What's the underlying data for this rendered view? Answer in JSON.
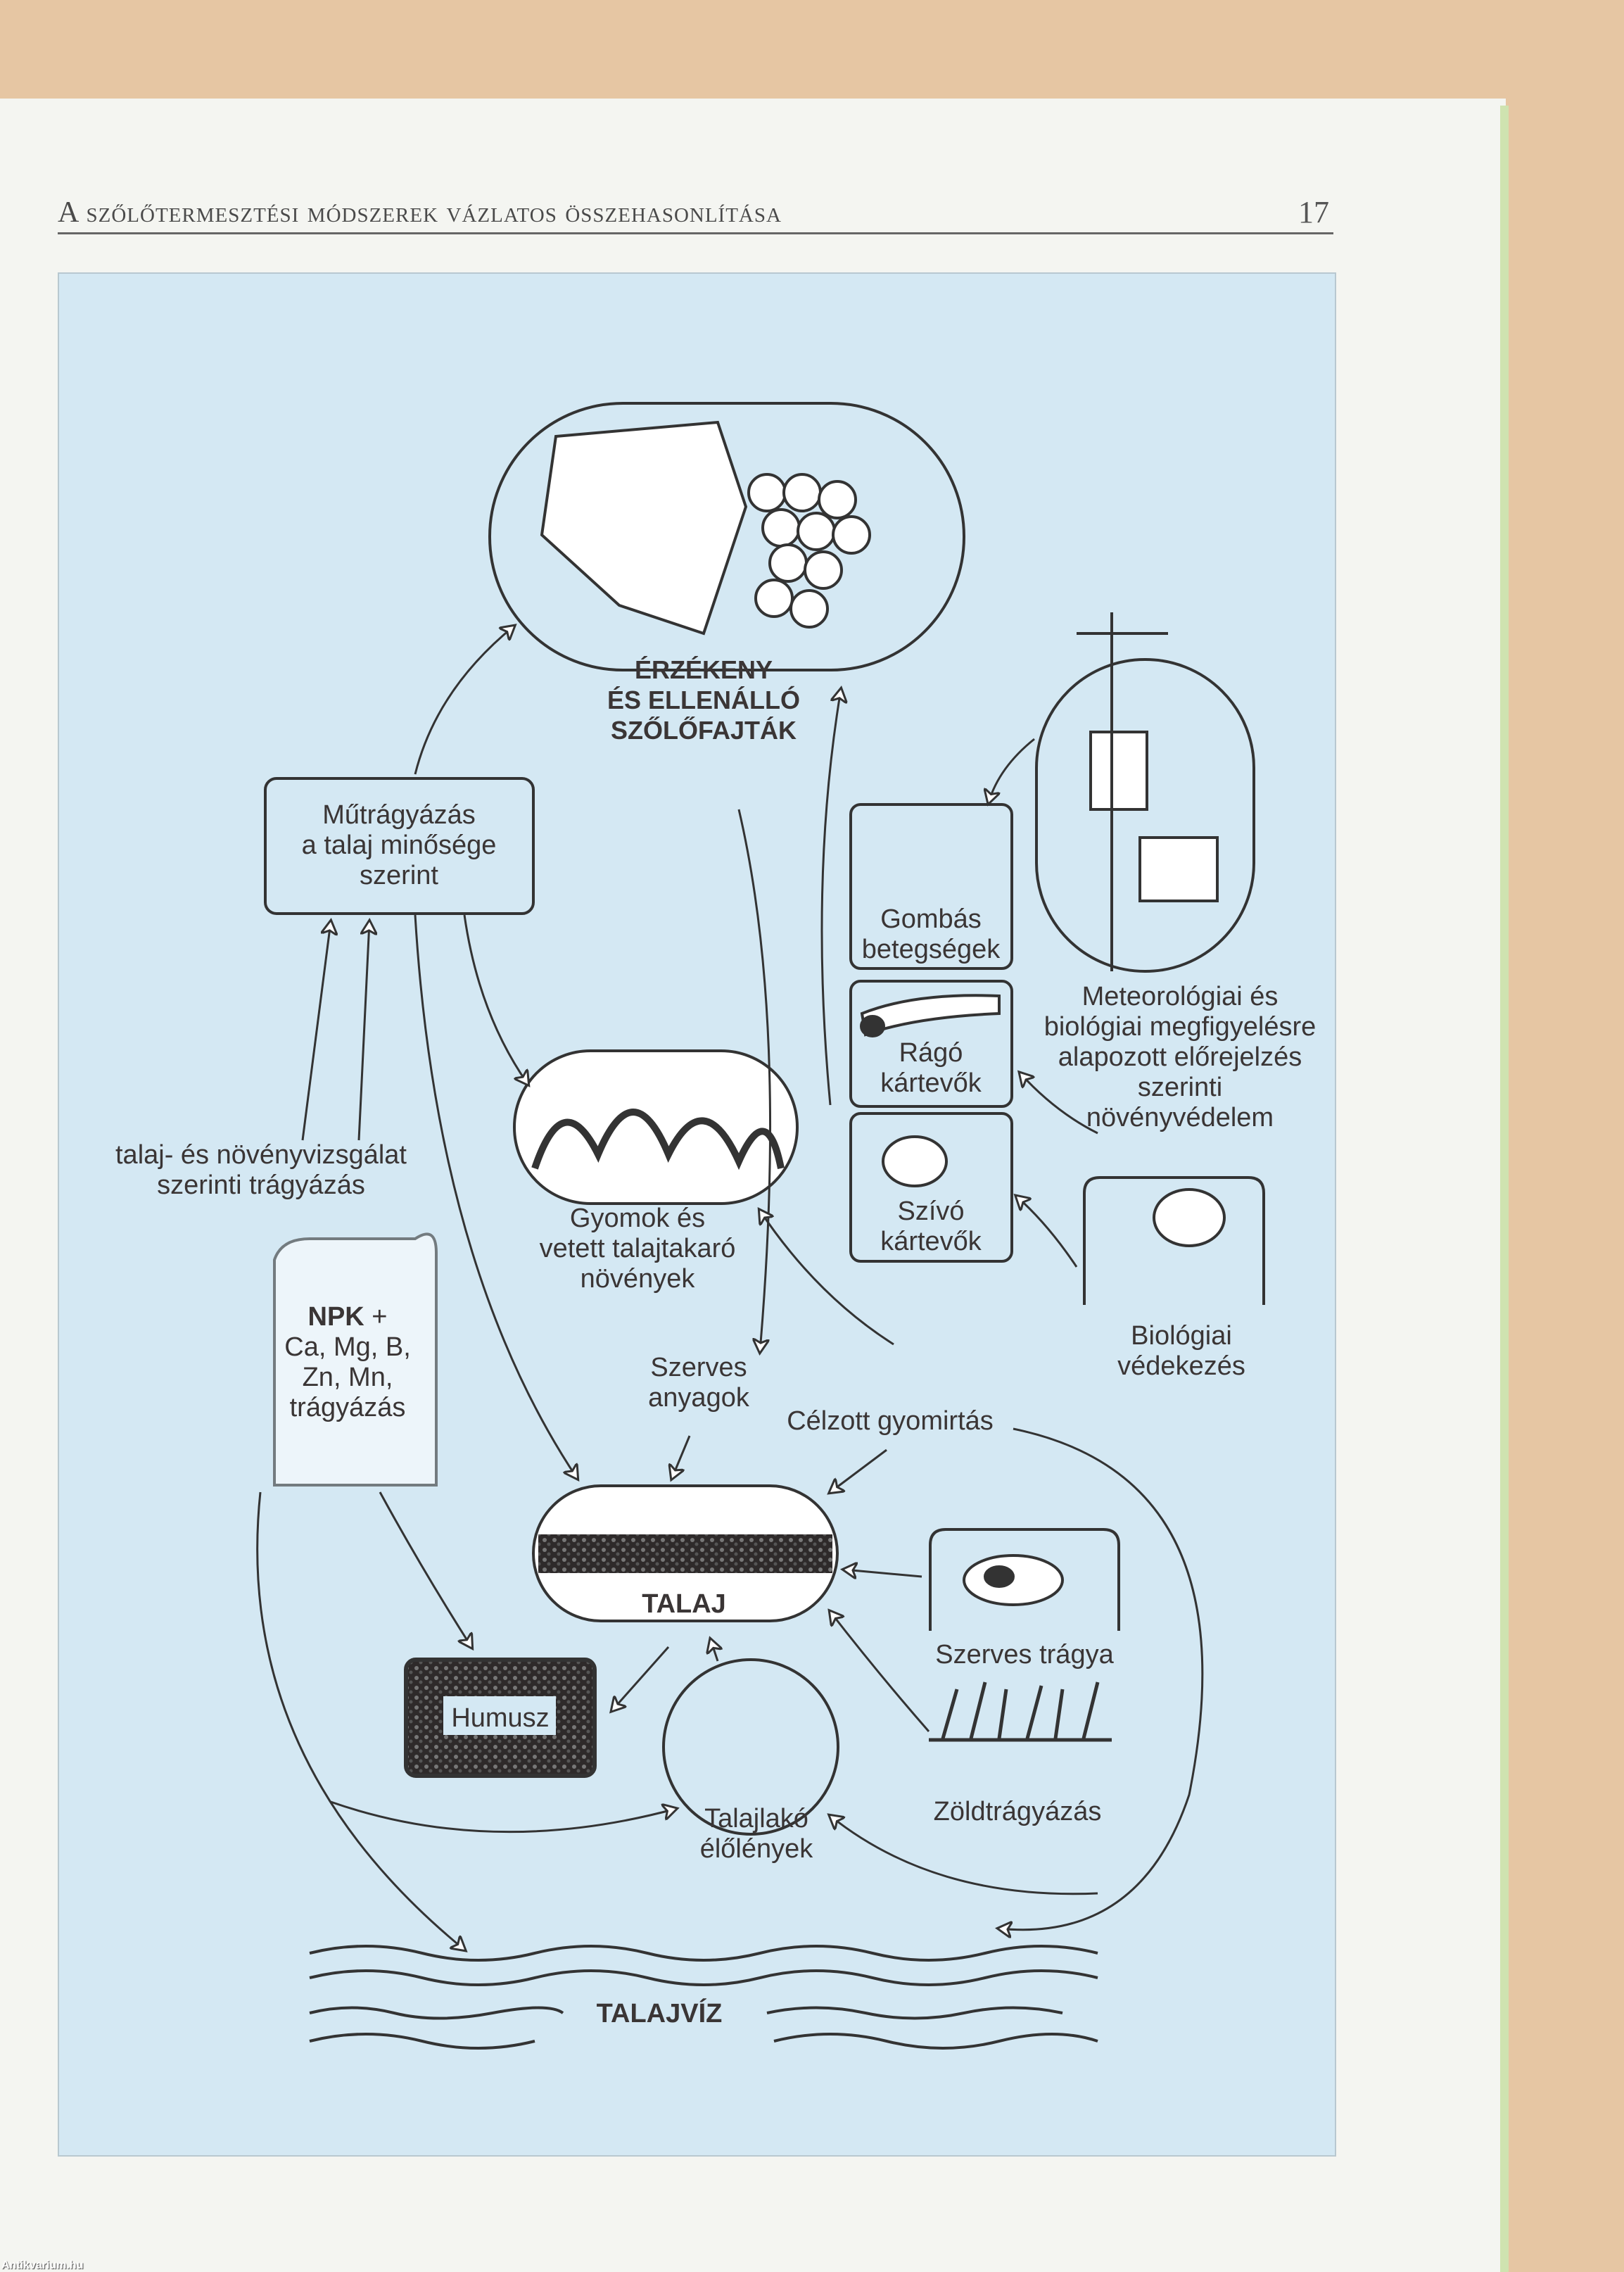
{
  "header": {
    "title": "A szőlőtermesztési módszerek vázlatos összehasonlítása",
    "page_number": "17"
  },
  "diagram": {
    "grape_label": [
      "ÉRZÉKENY",
      "ÉS ELLENÁLLÓ",
      "SZŐLŐFAJTÁK"
    ],
    "fertilizer_box": [
      "Műtrágyázás",
      "a talaj minősége",
      "szerint"
    ],
    "soil_test_label": [
      "talaj- és növényvizsgálat",
      "szerinti trágyázás"
    ],
    "npk_label": {
      "bold": "NPK",
      "rest": [
        "+",
        "Ca, Mg, B,",
        "Zn, Mn,",
        "trágyázás"
      ]
    },
    "weeds_label": [
      "Gyomok és",
      "vetett talajtakaró",
      "növények"
    ],
    "organic_label": [
      "Szerves",
      "anyagok"
    ],
    "weeding_label": "Célzott gyomirtás",
    "soil_label": "TALAJ",
    "humus_label": "Humusz",
    "organisms_label": [
      "Talajlakó",
      "élőlények"
    ],
    "manure_label": "Szerves trágya",
    "green_manure_label": "Zöldtrágyázás",
    "groundwater_label": "TALAJVÍZ",
    "fungal_label": [
      "Gombás",
      "betegségek"
    ],
    "chewing_label": [
      "Rágó",
      "kártevők"
    ],
    "sucking_label": [
      "Szívó",
      "kártevők"
    ],
    "forecast_label": [
      "Meteorológiai és",
      "biológiai megfigyelésre",
      "alapozott előrejelzés",
      "szerinti",
      "növényvédelem"
    ],
    "biocontrol_label": [
      "Biológiai",
      "védekezés"
    ]
  },
  "watermark": "Antikvarium.hu",
  "colors": {
    "panel": "#d4e8f3",
    "ink": "#3a3535",
    "wood": "#e6c6a3"
  }
}
